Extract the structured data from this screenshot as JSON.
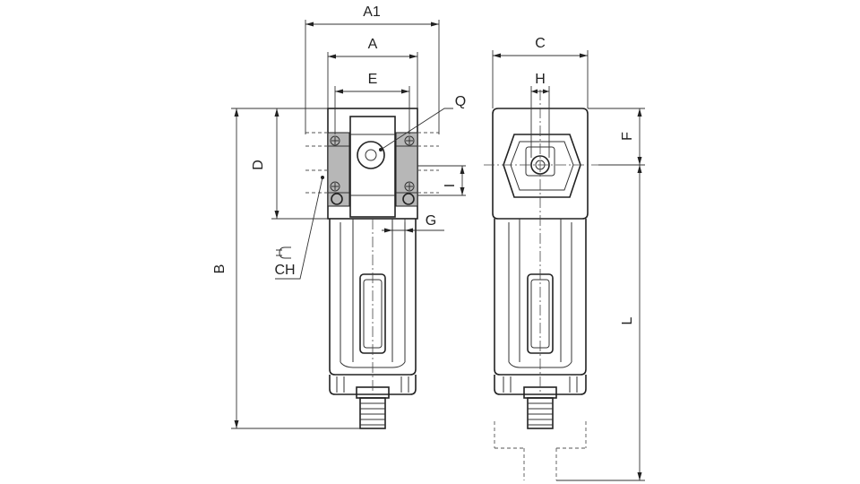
{
  "labels": {
    "A1": "A1",
    "A": "A",
    "E": "E",
    "Q": "Q",
    "D": "D",
    "B": "B",
    "CH": "CH",
    "G": "G",
    "C": "C",
    "H": "H",
    "F": "F",
    "I": "I",
    "L": "L"
  }
}
